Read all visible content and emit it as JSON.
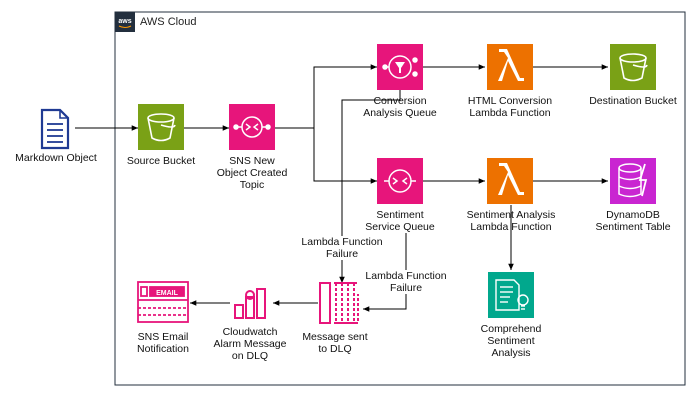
{
  "aws_cloud": {
    "title": "AWS Cloud",
    "logo_text": "aws"
  },
  "colors": {
    "storage": "#7aa116",
    "integration": "#e7157b",
    "compute": "#ed7100",
    "database": "#c925d1",
    "ml": "#01a88d",
    "document": "#1f3a93",
    "line": "#000000"
  },
  "nodes": {
    "markdown_object": {
      "label": "Markdown Object",
      "icon": "document-icon"
    },
    "source_bucket": {
      "label": "Source Bucket",
      "icon": "s3-bucket-icon"
    },
    "sns_topic": {
      "label": "SNS New\nObject Created\nTopic",
      "icon": "sns-topic-icon"
    },
    "conversion_queue": {
      "label": "Conversion\nAnalysis Queue",
      "icon": "sqs-queue-icon"
    },
    "html_lambda": {
      "label": "HTML Conversion\nLambda Function",
      "icon": "lambda-icon"
    },
    "destination_bucket": {
      "label": "Destination Bucket",
      "icon": "s3-bucket-icon"
    },
    "sentiment_queue": {
      "label": "Sentiment\nService Queue",
      "icon": "sqs-queue-icon"
    },
    "sentiment_lambda": {
      "label": "Sentiment Analysis\nLambda Function",
      "icon": "lambda-icon"
    },
    "dynamodb_table": {
      "label": "DynamoDB\nSentiment Table",
      "icon": "dynamodb-icon"
    },
    "comprehend": {
      "label": "Comprehend\nSentiment\nAnalysis",
      "icon": "comprehend-icon"
    },
    "dlq": {
      "label": "Message sent\nto DLQ",
      "icon": "dlq-queue-icon"
    },
    "cloudwatch_alarm": {
      "label": "Cloudwatch\nAlarm Message\non DLQ",
      "icon": "cloudwatch-alarm-icon"
    },
    "sns_email": {
      "label": "SNS Email\nNotification",
      "icon": "email-notification-icon"
    }
  },
  "edges": {
    "lambda_failure_1": "Lambda Function\nFailure",
    "lambda_failure_2": "Lambda Function\nFailure",
    "email_text": "EMAIL"
  }
}
